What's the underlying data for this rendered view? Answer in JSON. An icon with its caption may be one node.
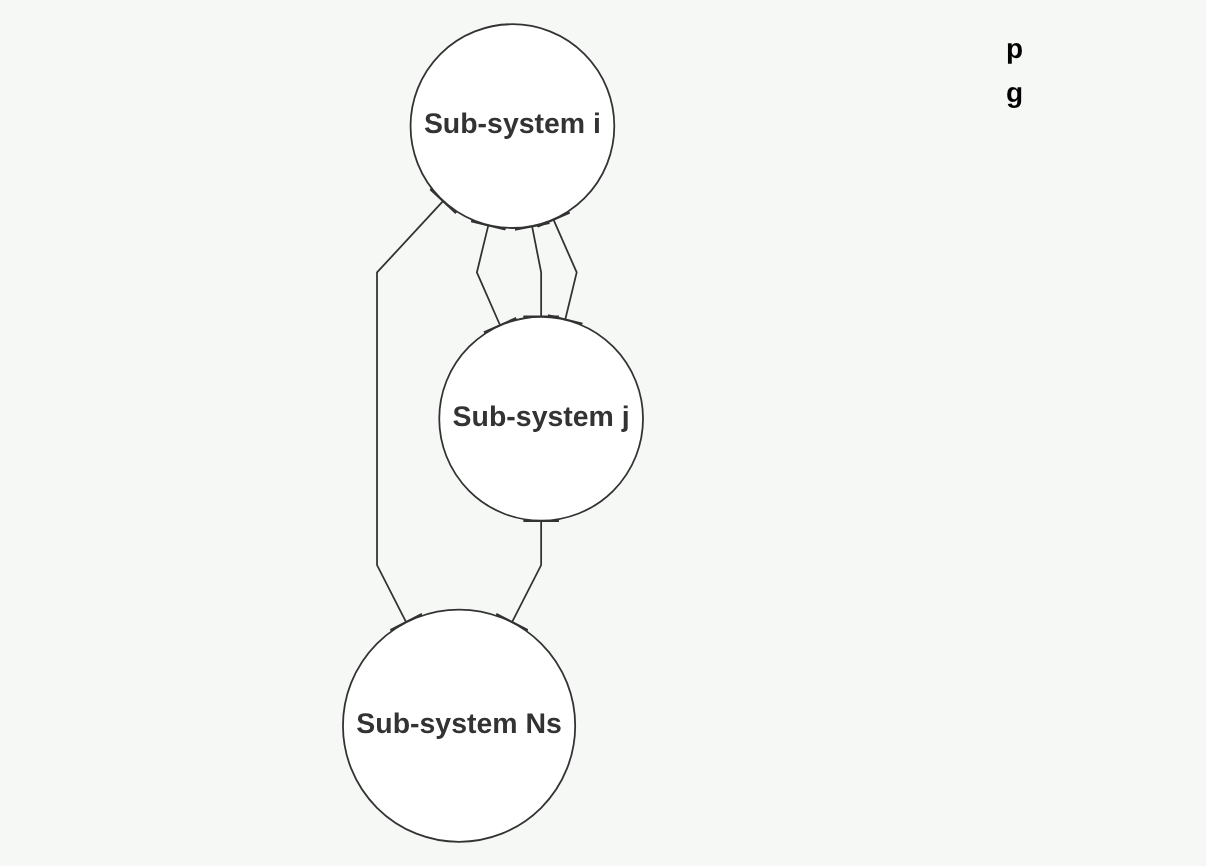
{
  "diagram": {
    "nodes": [
      {
        "text": [
          "Sub-system i"
        ]
      },
      {
        "text": [
          "Sub-system j"
        ]
      },
      {
        "text": [
          "Sub-system Ns"
        ]
      }
    ],
    "edges": [
      {
        "from": 0,
        "to": 1,
        "arrow": "other"
      },
      {
        "from": 0,
        "to": 1,
        "arrow": "other"
      },
      {
        "from": 0,
        "to": 1,
        "arrow": "other"
      },
      {
        "from": 0,
        "to": 2,
        "arrow": "other"
      },
      {
        "from": 1,
        "to": 2,
        "arrow": "other"
      }
    ],
    "labels": [
      "p",
      "g"
    ]
  }
}
